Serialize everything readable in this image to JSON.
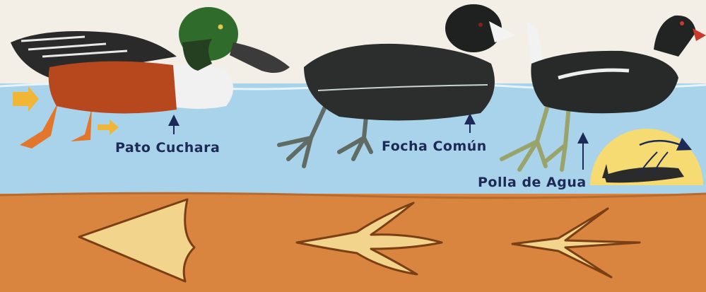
{
  "labels": {
    "pato": "Pato Cuchara",
    "focha": "Focha Común",
    "polla": "Polla de Agua"
  },
  "colors": {
    "water": "#a9d3ea",
    "mud": "#d9853f",
    "footprint": "#f2d48c",
    "label_text": "#1b2a57",
    "inset_sun": "#f6da72"
  },
  "icons": [
    "duck-icon",
    "coot-icon",
    "moorhen-icon",
    "arrow-icon",
    "footprint-icon"
  ]
}
